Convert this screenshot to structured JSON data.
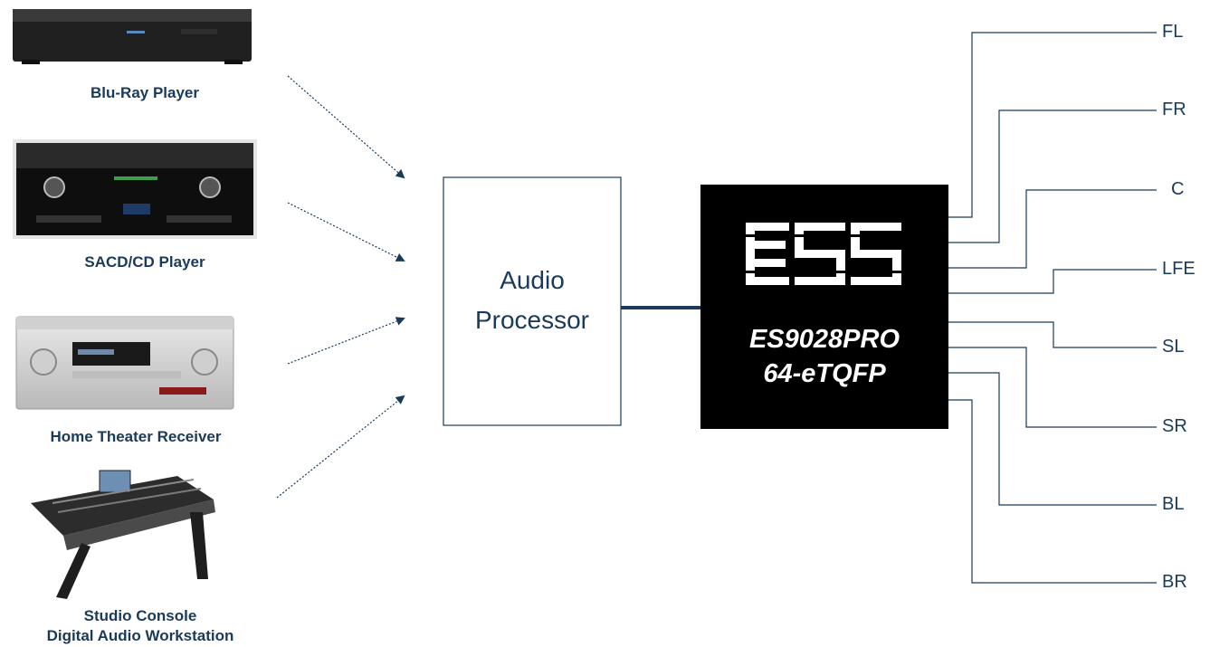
{
  "sources": [
    {
      "label": "Blu-Ray Player",
      "icon": "blu-ray-player-icon"
    },
    {
      "label": "SACD/CD Player",
      "icon": "sacd-cd-player-icon"
    },
    {
      "label": "Home Theater Receiver",
      "icon": "home-theater-receiver-icon"
    },
    {
      "label_line1": "Studio Console",
      "label_line2": "Digital Audio Workstation",
      "icon": "studio-console-icon"
    }
  ],
  "processor": {
    "line1": "Audio",
    "line2": "Processor"
  },
  "chip": {
    "logo": "ESS",
    "line1": "ES9028PRO",
    "line2": "64-eTQFP"
  },
  "outputs": [
    "FL",
    "FR",
    "C",
    "LFE",
    "SL",
    "SR",
    "BL",
    "BR"
  ],
  "colors": {
    "line": "#1a3a5c",
    "chip": "#000000",
    "text": "#1a3a5c"
  }
}
